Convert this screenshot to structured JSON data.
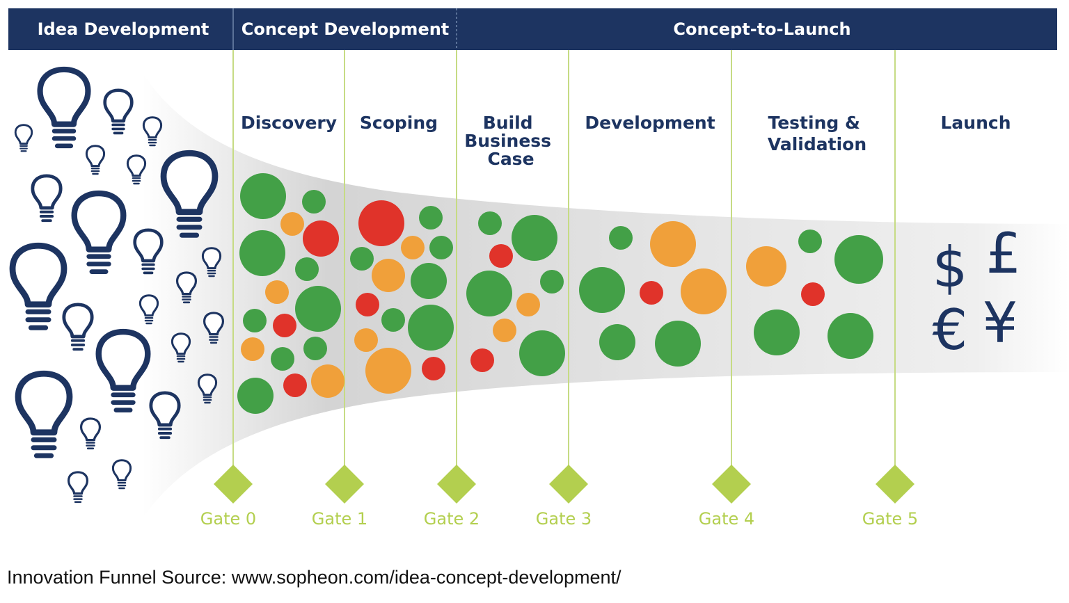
{
  "colors": {
    "navy": "#1d3461",
    "green": "#43a047",
    "orange": "#f0a03a",
    "red": "#e0332a",
    "gate": "#b3cf4f"
  },
  "header": {
    "phases": [
      "Idea Development",
      "Concept Development",
      "Concept-to-Launch"
    ]
  },
  "stages": [
    [
      "Discovery"
    ],
    [
      "Scoping"
    ],
    [
      "Build",
      "Business",
      "Case"
    ],
    [
      "Development"
    ],
    [
      "Testing &",
      "Validation"
    ],
    [
      "Launch"
    ]
  ],
  "gates": [
    "Gate 0",
    "Gate 1",
    "Gate 2",
    "Gate 3",
    "Gate 4",
    "Gate 5"
  ],
  "currencies": [
    "$",
    "£",
    "€",
    "¥"
  ],
  "icons": {
    "idea": "lightbulb-icon",
    "project": "circle"
  },
  "caption": "Innovation Funnel Source: www.sopheon.com/idea-concept-development/"
}
